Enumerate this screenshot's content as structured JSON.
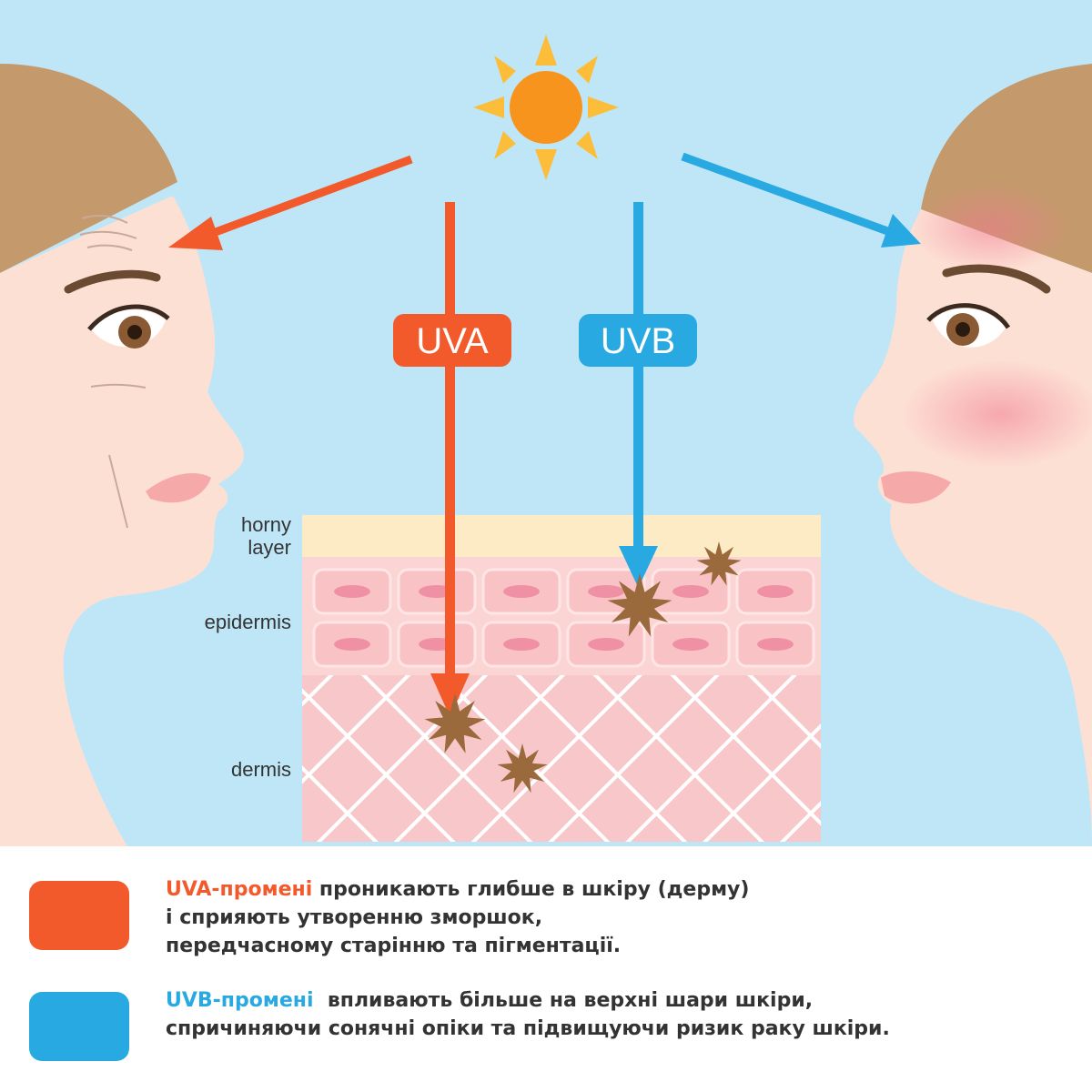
{
  "colors": {
    "sky": "#bfe6f7",
    "uva": "#f25a2c",
    "uvb": "#29a9e1",
    "sun": "#f7941d",
    "sun_rays": "#fbbd3a",
    "skin": "#fde0d4",
    "hair": "#c49a6c",
    "horny_layer": "#fcebc4",
    "epidermis": "#fbd4d4",
    "dermis": "#f8c7c9",
    "damage_star": "#9a6a3d",
    "text": "#333333"
  },
  "diagram": {
    "badges": {
      "uva": "UVA",
      "uvb": "UVB"
    },
    "layers": {
      "horny_line1": "horny",
      "horny_line2": "layer",
      "epidermis": "epidermis",
      "dermis": "dermis"
    },
    "icons": [
      "sun-icon",
      "aged-face-icon",
      "sunburned-face-icon",
      "damage-star-icon"
    ]
  },
  "legend": {
    "uva": {
      "term": "UVA-промені",
      "line1_rest": " проникають глибше в шкіру (дерму)",
      "line2": "і сприяють утворенню зморшок,",
      "line3": "передчасному старінню та пігментації."
    },
    "uvb": {
      "term": "UVB-промені",
      "line1_rest": "  впливають більше на верхні шари шкіри,",
      "line2": "спричиняючи сонячні опіки та підвищуючи ризик раку шкіри."
    }
  }
}
